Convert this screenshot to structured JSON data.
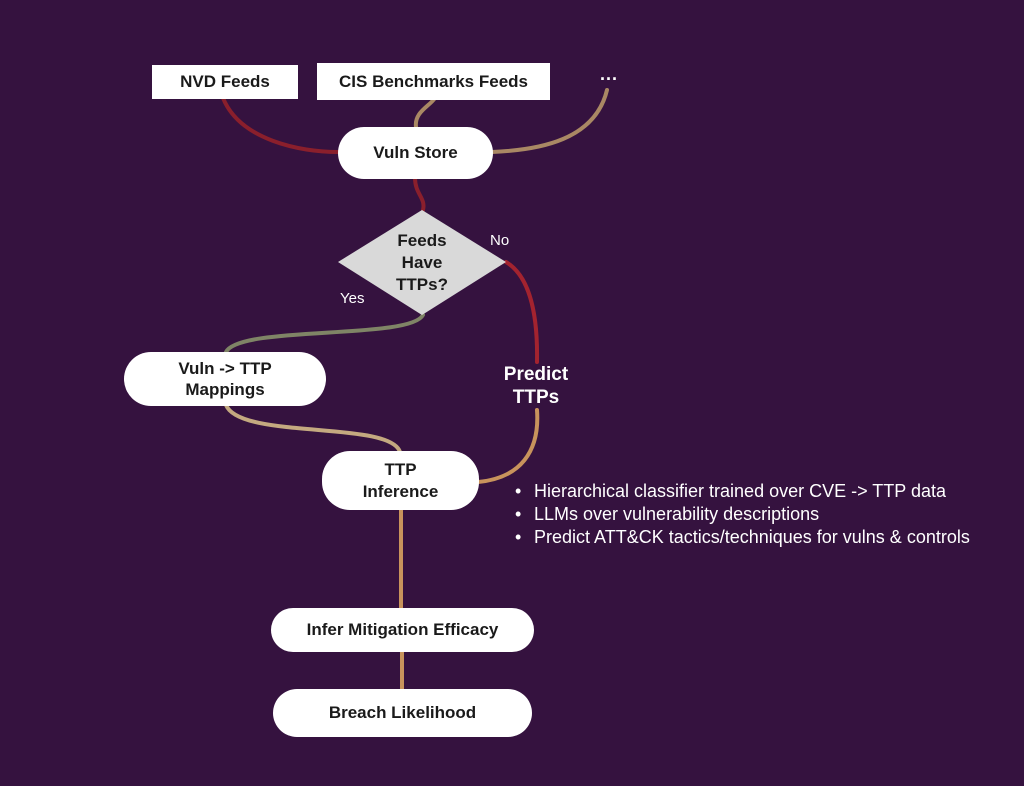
{
  "background_color": "#35123f",
  "nodes": {
    "nvd_feeds": "NVD Feeds",
    "cis_feeds": "CIS Benchmarks Feeds",
    "more_feeds": "...",
    "vuln_store": "Vuln Store",
    "decision": {
      "line1": "Feeds",
      "line2": "Have",
      "line3": "TTPs?"
    },
    "mappings": {
      "line1": "Vuln -> TTP",
      "line2": "Mappings"
    },
    "inference": {
      "line1": "TTP",
      "line2": "Inference"
    },
    "mitigation": "Infer Mitigation Efficacy",
    "breach": "Breach Likelihood"
  },
  "edge_labels": {
    "no": "No",
    "yes": "Yes",
    "predict": {
      "line1": "Predict",
      "line2": "TTPs"
    }
  },
  "notes": [
    "Hierarchical classifier trained over CVE -> TTP data",
    "LLMs over vulnerability descriptions",
    "Predict ATT&CK tactics/techniques for vulns & controls"
  ],
  "colors": {
    "edge_dark_red": "#8a1f2c",
    "edge_red": "#a3232f",
    "edge_tan": "#a98864",
    "edge_olive": "#7f8466",
    "edge_sand": "#c4a980",
    "edge_orange": "#c8935c",
    "diamond_fill": "#d9d9d9"
  }
}
